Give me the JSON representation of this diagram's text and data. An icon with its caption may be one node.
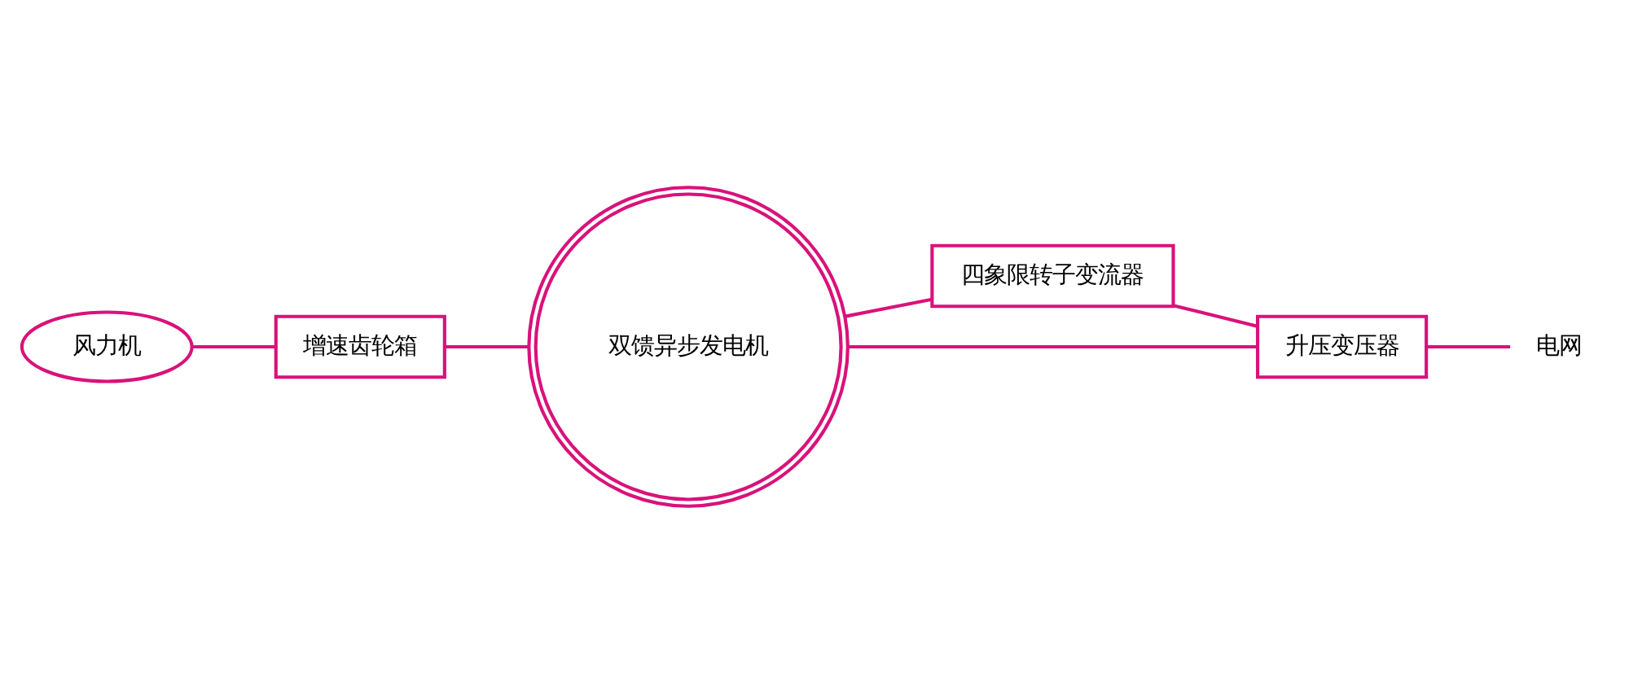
{
  "diagram": {
    "nodes": [
      {
        "text": [
          "风力机"
        ]
      },
      {
        "text": [
          "增速齿轮箱"
        ]
      },
      {
        "text": [
          "双馈异步发电机"
        ]
      },
      {
        "text": [
          "四象限转子变流器"
        ]
      },
      {
        "text": [
          "升压变压器"
        ]
      },
      {
        "text": [
          "电网"
        ]
      }
    ],
    "edges": [
      {
        "from": 0,
        "to": 1,
        "arrow": "none"
      },
      {
        "from": 1,
        "to": 2,
        "arrow": "none"
      },
      {
        "from": 2,
        "to": 4,
        "arrow": "none"
      },
      {
        "from": 2,
        "to": 3,
        "arrow": "none"
      },
      {
        "from": 3,
        "to": 4,
        "arrow": "none"
      },
      {
        "from": 4,
        "to": 5,
        "arrow": "none"
      }
    ]
  }
}
